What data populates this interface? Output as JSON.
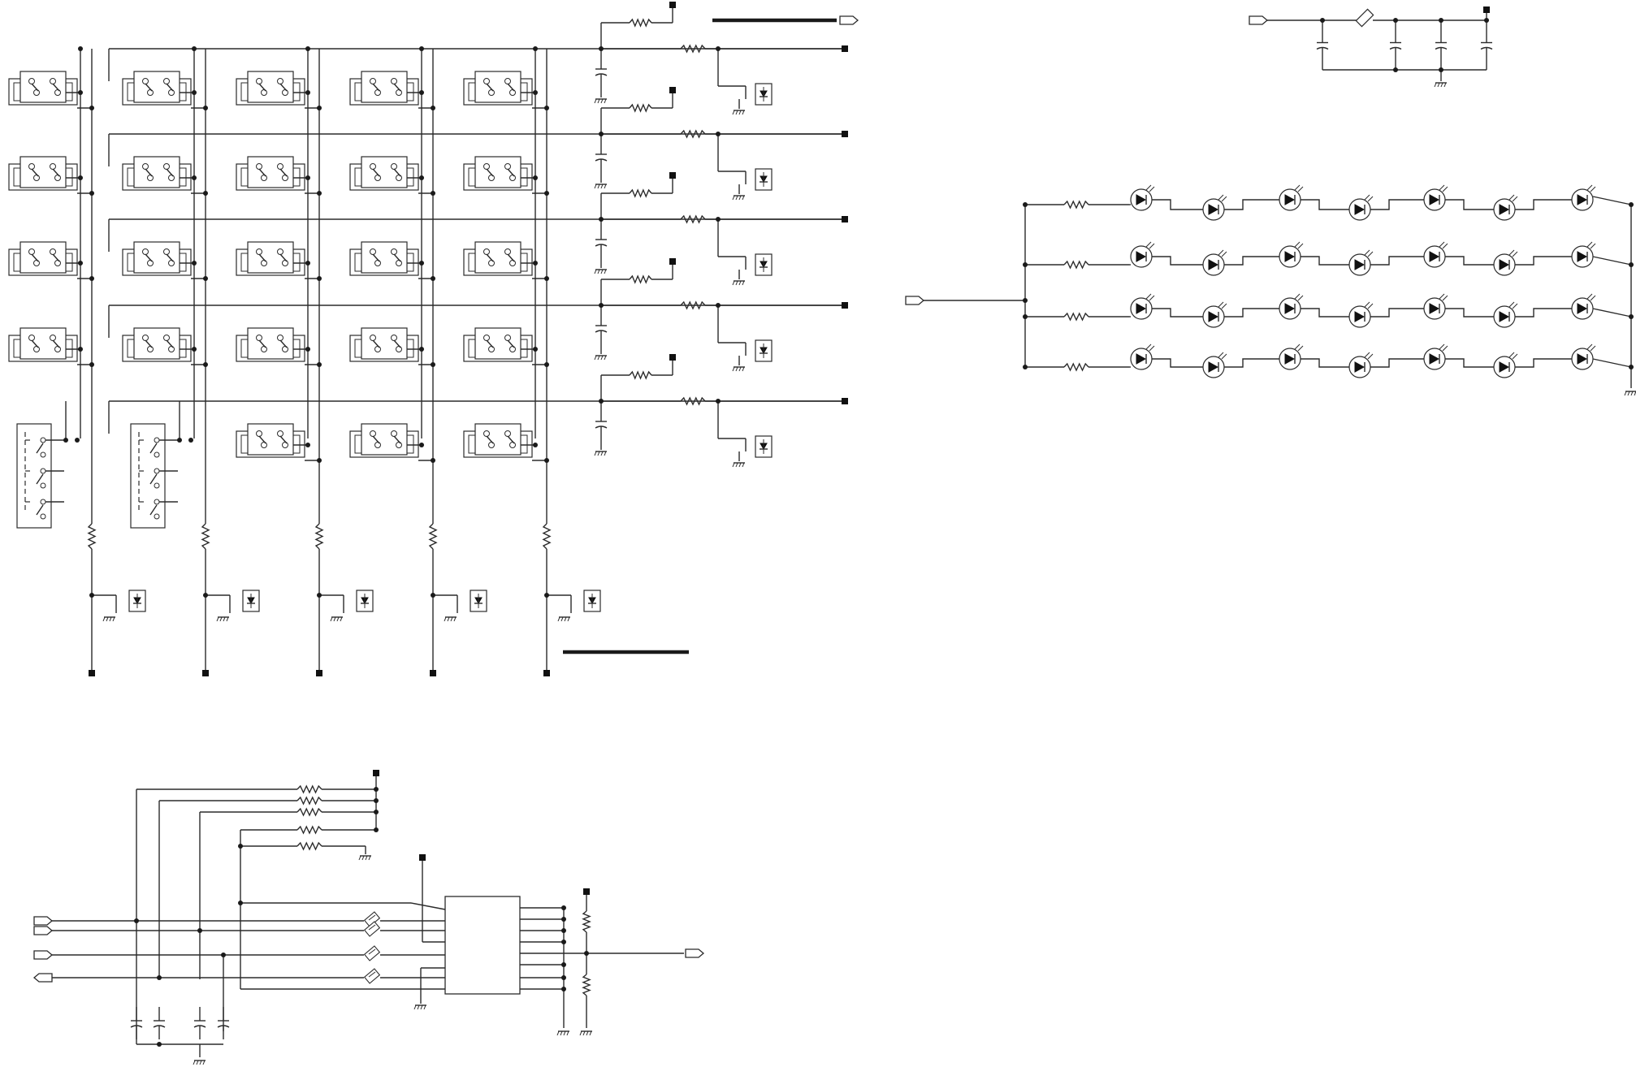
{
  "diagram": {
    "keyboard_matrix": {
      "rows": 5,
      "columns": 5,
      "switch_positions": [
        [
          1,
          1,
          1,
          1,
          1
        ],
        [
          1,
          1,
          1,
          1,
          1
        ],
        [
          1,
          1,
          1,
          1,
          1
        ],
        [
          1,
          1,
          1,
          1,
          1
        ],
        [
          2,
          2,
          1,
          1,
          1
        ]
      ],
      "row_outputs": 5,
      "column_outputs": 5
    },
    "led_array": {
      "rows": 4,
      "leds_per_row": 7,
      "series_resistor_per_row": true
    },
    "power_filter": {
      "capacitors": 4,
      "inline_component": "ferrite"
    },
    "interface_ic": {
      "input_lines": 4,
      "pullup_resistors": 5,
      "filter_capacitors": 4,
      "esd_components": 4,
      "output_connector": true
    }
  }
}
